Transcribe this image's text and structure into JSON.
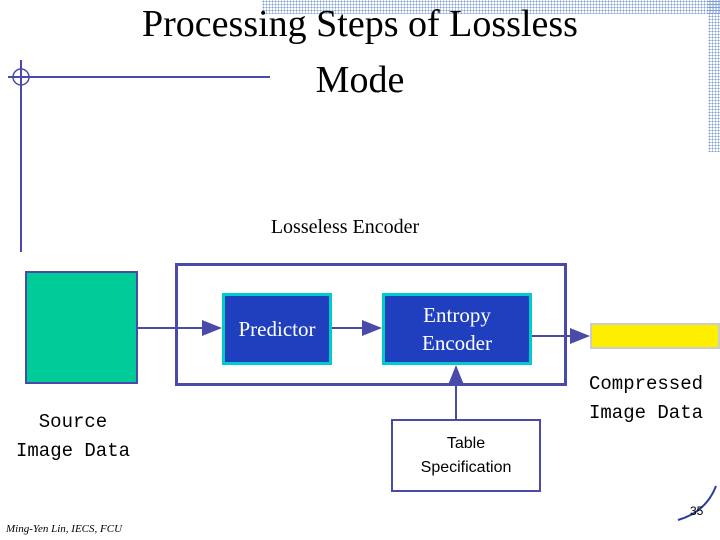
{
  "slide": {
    "title_line1": "Processing Steps of Lossless",
    "title_line2": "Mode",
    "encoder_label": "Losseless Encoder",
    "footer_author": "Ming-Yen Lin, IECS, FCU",
    "page_number": "35"
  },
  "diagram": {
    "predictor_label": "Predictor",
    "entropy_line1": "Entropy",
    "entropy_line2": "Encoder",
    "table_line1": "Table",
    "table_line2": "Specification",
    "source_line1": "Source",
    "source_line2": "Image Data",
    "compressed_line1": "Compressed",
    "compressed_line2": "Image Data"
  },
  "colors": {
    "source_fill": "#00cc99",
    "process_fill": "#1f3fbf",
    "process_border": "#00cccc",
    "output_fill": "#ffee00",
    "frame": "#4a4aa8"
  }
}
